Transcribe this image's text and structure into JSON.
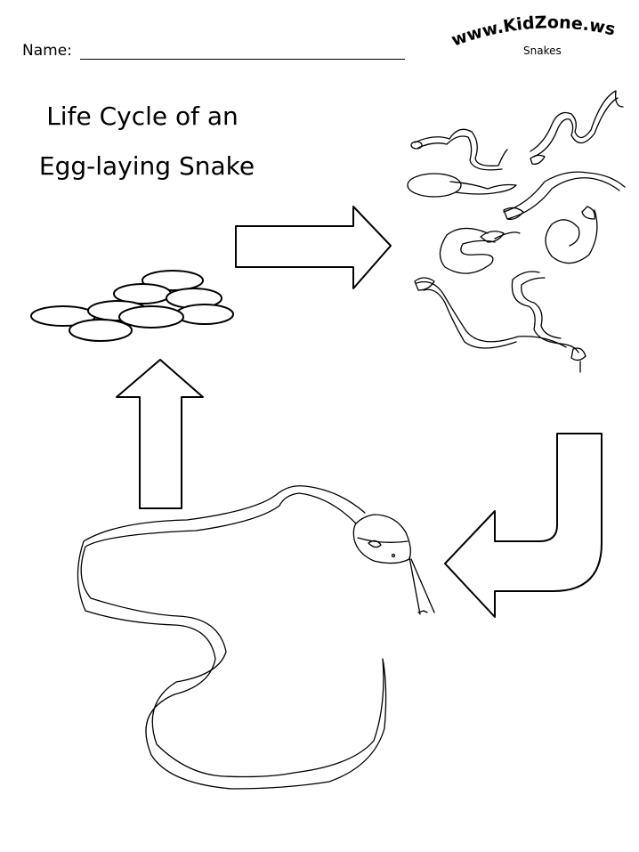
{
  "header": {
    "name_label": "Name:",
    "site": "www.KidZone.ws",
    "section": "Snakes"
  },
  "title": {
    "line1": "Life Cycle of an",
    "line2": "Egg-laying Snake"
  },
  "colors": {
    "ink": "#000000",
    "paper": "#ffffff"
  },
  "icons": [
    "snake-eggs-icon",
    "baby-snakes-icon",
    "adult-snake-icon",
    "arrow-right-icon",
    "arrow-curved-icon",
    "arrow-up-icon"
  ]
}
